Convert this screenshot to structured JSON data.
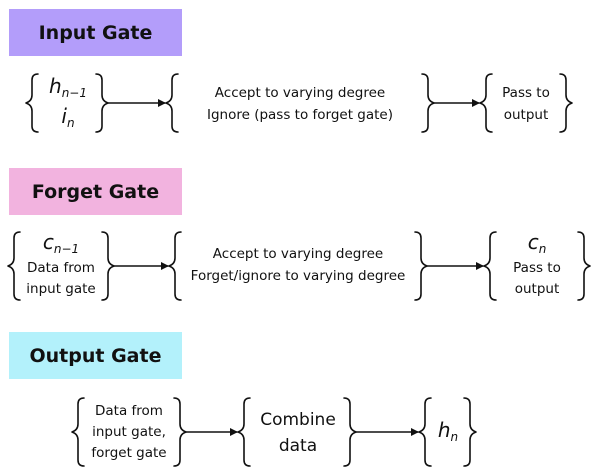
{
  "input_gate": {
    "title": "Input Gate",
    "color": "#b39dfa",
    "sources": {
      "h_base": "h",
      "h_sub": "n−1",
      "i_base": "i",
      "i_sub": "n"
    },
    "process_line1": "Accept to varying degree",
    "process_line2": "Ignore (pass to forget gate)",
    "output_line1": "Pass to",
    "output_line2": "output"
  },
  "forget_gate": {
    "title": "Forget Gate",
    "color": "#f2b3df",
    "sources": {
      "c_base": "c",
      "c_sub": "n−1",
      "line1": "Data from",
      "line2": "input gate"
    },
    "process_line1": "Accept to varying degree",
    "process_line2": "Forget/ignore to varying degree",
    "output": {
      "c_base": "c",
      "c_sub": "n",
      "line1": "Pass to",
      "line2": "output"
    }
  },
  "output_gate": {
    "title": "Output Gate",
    "color": "#b3f1fb",
    "sources": {
      "line1": "Data from",
      "line2": "input gate,",
      "line3": "forget gate"
    },
    "process_line1": "Combine",
    "process_line2": "data",
    "output": {
      "h_base": "h",
      "h_sub": "n"
    }
  }
}
